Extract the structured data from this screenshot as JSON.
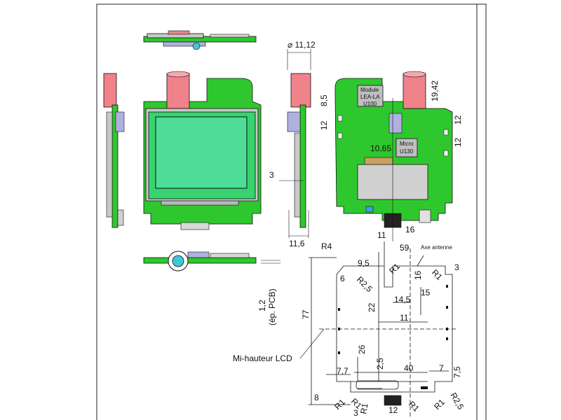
{
  "diagram": {
    "module_label": [
      "Module",
      "LEA-LA",
      "U100"
    ],
    "micro_label": [
      "Micro",
      "U130"
    ],
    "antenna_label": "Axe antenne",
    "lcd_label": "Mi-hauteur LCD",
    "pcb_label": [
      "1,2",
      "(ép. PCB)"
    ],
    "side_dims": {
      "diameter": "⌀ 11,12",
      "three": "3",
      "total": "11,6"
    },
    "top_dims": {
      "d85": "8,5",
      "d12a": "12",
      "d1942": "19,42",
      "d12b": "12",
      "d12c": "12",
      "d1065": "10,65",
      "d11": "11",
      "d16": "16"
    },
    "bottom_dims": {
      "R4": "R4",
      "d95": "9,5",
      "d59": "59",
      "R1a": "R1",
      "d16": "16",
      "R1b": "R1",
      "d3": "3",
      "d6": "6",
      "R25a": "R2,5",
      "d22": "22",
      "d145": "14,5",
      "d15": "15",
      "d77": "77",
      "d11": "11",
      "d26": "26",
      "d25": "2,5",
      "d77b": "7,7",
      "d40": "40",
      "d7": "7",
      "d75": "7,5",
      "d8": "8",
      "R1c": "R1",
      "R1d": "R1",
      "d3b": "3",
      "R1e": "R1",
      "d12": "12",
      "R1f": "R1",
      "R1g": "R1",
      "R25b": "R2,5"
    }
  },
  "colors": {
    "pcb": "#2ec82e",
    "pcb_dark": "#1a8f1a",
    "lcd_outer": "#36d36e",
    "lcd_inner": "#4fdc96",
    "battery": "#f0828a",
    "connector": "#a0a0d8",
    "grey": "#c0c0c0",
    "cyan": "#3ec8d6"
  }
}
